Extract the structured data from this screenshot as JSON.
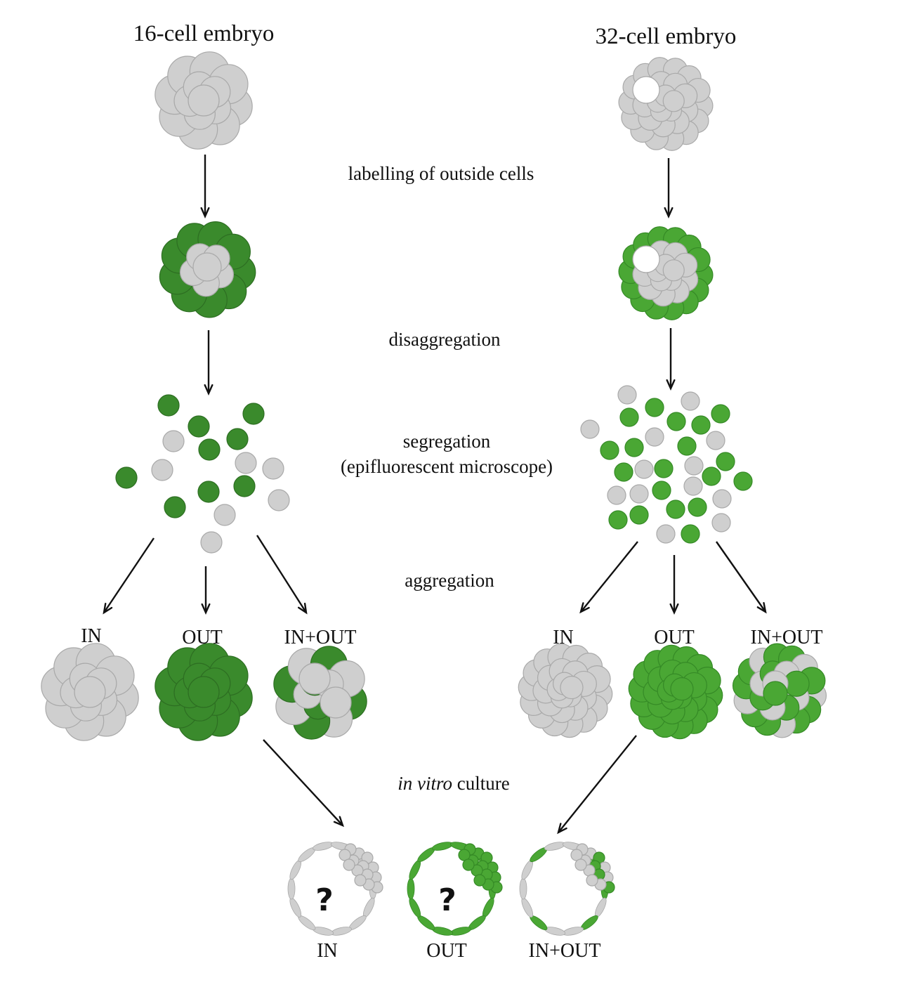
{
  "colors": {
    "gray": "#cfcfcf",
    "gray_stroke": "#a9a9a9",
    "dark_green": "#3a8a2c",
    "dark_green_stroke": "#2d6e22",
    "light_green": "#4aa734",
    "light_green_stroke": "#358a26",
    "arrow": "#111111"
  },
  "titles": {
    "left": "16-cell embryo",
    "right": "32-cell embryo"
  },
  "steps": {
    "labelling": "labelling of outside cells",
    "disaggregation": "disaggregation",
    "segregation_line1": "segregation",
    "segregation_line2": "(epifluorescent microscope)",
    "aggregation": "aggregation",
    "culture_italic": "in vitro",
    "culture_rest": " culture"
  },
  "aggregate_labels": {
    "left": [
      "IN",
      "OUT",
      "IN+OUT"
    ],
    "right": [
      "IN",
      "OUT",
      "IN+OUT"
    ]
  },
  "blastocyst_labels": [
    "IN",
    "OUT",
    "IN+OUT"
  ],
  "unknown_marks": [
    "?",
    "?"
  ]
}
